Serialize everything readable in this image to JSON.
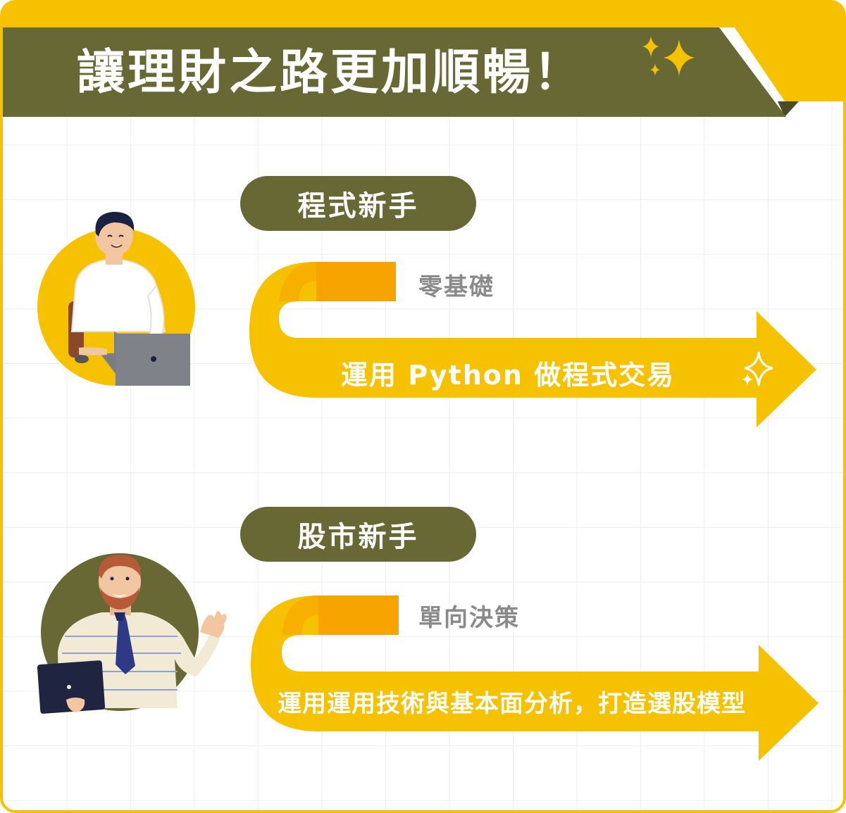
{
  "banner": {
    "title": "讓理財之路更加順暢！"
  },
  "sections": [
    {
      "pill": "程式新手",
      "sub_label": "零基礎",
      "arrow_text": "運用 Python 做程式交易"
    },
    {
      "pill": "股市新手",
      "sub_label": "單向決策",
      "arrow_text": "運用運用技術與基本面分析，打造選股模型"
    }
  ],
  "colors": {
    "olive": "#676833",
    "yellow": "#f6c200",
    "orange": "#f7a300",
    "gray_text": "#8a8a8a"
  },
  "icons": [
    "sparkle-icon",
    "person-laptop-illustration",
    "person-tablet-illustration"
  ]
}
